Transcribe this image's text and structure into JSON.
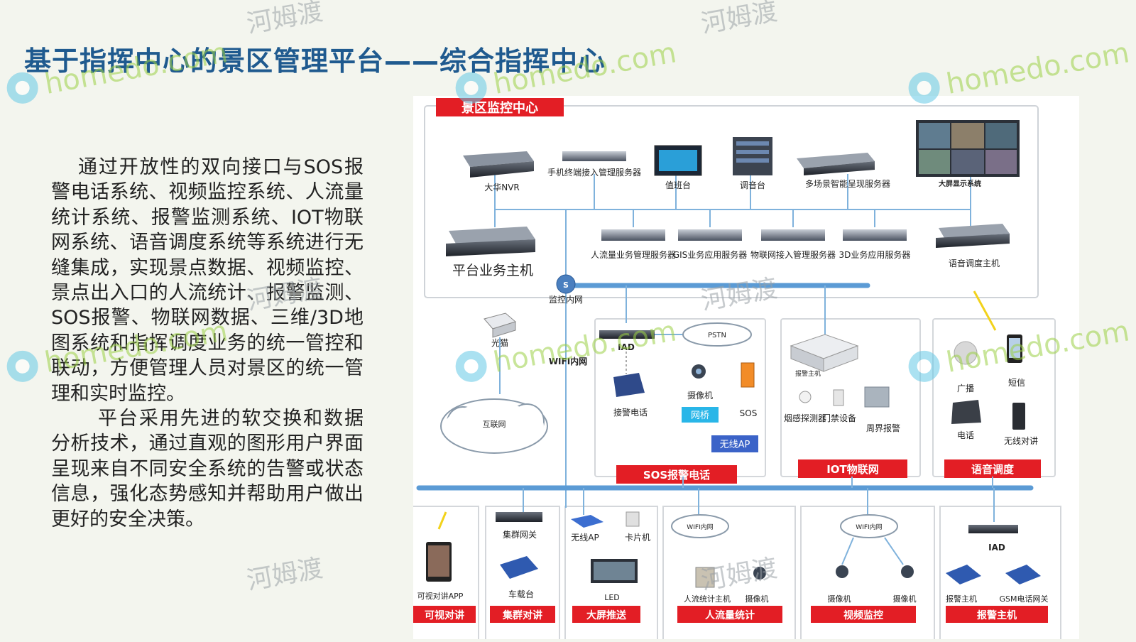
{
  "title": "基于指挥中心的景区管理平台——综合指挥中心",
  "paragraphs": [
    "通过开放性的双向接口与SOS报警电话系统、视频监控系统、人流量统计系统、报警监测系统、IOT物联网系统、语音调度系统等系统进行无缝集成，实现景点数据、视频监控、景点出入口的人流统计、报警监测、SOS报警、物联网数据、三维/3D地图系统和指挥调度业务的统一管控和联动，方便管理人员对景区的统一管理和实时监控。",
    "平台采用先进的软交换和数据分析技术，通过直观的图形用户界面呈现来自不同安全系统的告警或状态信息，强化态势感知并帮助用户做出更好的安全决策。"
  ],
  "diagram": {
    "center_label": "景区监控中心",
    "top_row": [
      "大华NVR",
      "手机终端接入管理服务器",
      "值班台",
      "调音台",
      "多场景智能呈现服务器",
      "大屏显示系统"
    ],
    "second_row": [
      "平台业务主机",
      "人流量业务管理服务器",
      "GIS业务应用服务器",
      "物联网接入管理服务器",
      "3D业务应用服务器",
      "语音调度主机"
    ],
    "network": {
      "monitor_net": "监控内网",
      "switch": "S",
      "fiber_cat": "光猫",
      "internet": "互联网",
      "wifi": "WIFI内网",
      "iad": "IAD",
      "pstn": "PSTN"
    },
    "sos": {
      "items": [
        "接警电话",
        "摄像机",
        "网桥",
        "SOS",
        "无线AP"
      ],
      "banner": "SOS报警电话"
    },
    "iot": {
      "host": "报警主机",
      "items": [
        "烟感探测器",
        "门禁设备",
        "周界报警"
      ],
      "banner": "IOT物联网"
    },
    "voice": {
      "items": [
        "广播",
        "短信",
        "电话",
        "无线对讲"
      ],
      "banner": "语音调度"
    },
    "bottom": [
      {
        "items": [
          "可视对讲APP"
        ],
        "banner": "可视对讲"
      },
      {
        "items": [
          "集群网关",
          "车载台"
        ],
        "banner": "集群对讲"
      },
      {
        "items": [
          "无线AP",
          "卡片机",
          "LED"
        ],
        "banner": "大屏推送"
      },
      {
        "items": [
          "WIFI内网",
          "人流统计主机",
          "摄像机"
        ],
        "banner": "人流量统计"
      },
      {
        "items": [
          "WIFI内网",
          "摄像机",
          "摄像机"
        ],
        "banner": "视频监控"
      },
      {
        "items": [
          "IAD",
          "报警主机",
          "GSM电话网关"
        ],
        "banner": "报警主机"
      }
    ],
    "colors": {
      "banner_red": "#e31e25",
      "bus_blue": "#5b9bd5",
      "line_blue": "#7fb2dc",
      "title_blue": "#1f5a8f"
    }
  },
  "watermarks": [
    "homedo.com",
    "河姆渡"
  ]
}
